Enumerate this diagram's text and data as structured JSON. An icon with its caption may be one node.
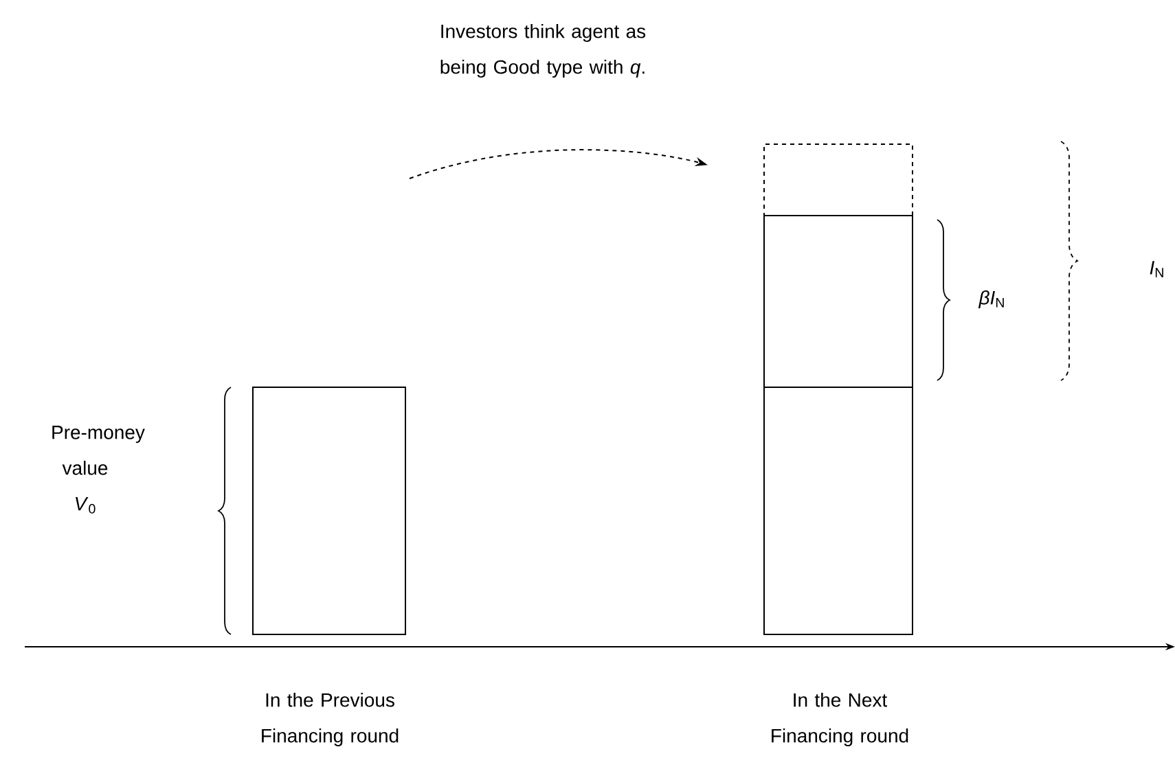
{
  "diagram": {
    "nodes": [
      {
        "text": [],
        "shape": "box"
      },
      {
        "text": [],
        "shape": "box"
      },
      {
        "text": [],
        "shape": "box"
      },
      {
        "text": [],
        "shape": "box"
      }
    ],
    "edges": [
      {
        "from": null,
        "to": 1,
        "arrow": "to",
        "style": "dashed"
      }
    ],
    "labels": [
      "Investors think agent as being Good type with *q*.",
      "*I*$_{N}$",
      "*βI*$_{N}$",
      "Pre-money value *V*$_{0}$",
      "In the Previous Financing round",
      "In the Next Financing round"
    ]
  }
}
